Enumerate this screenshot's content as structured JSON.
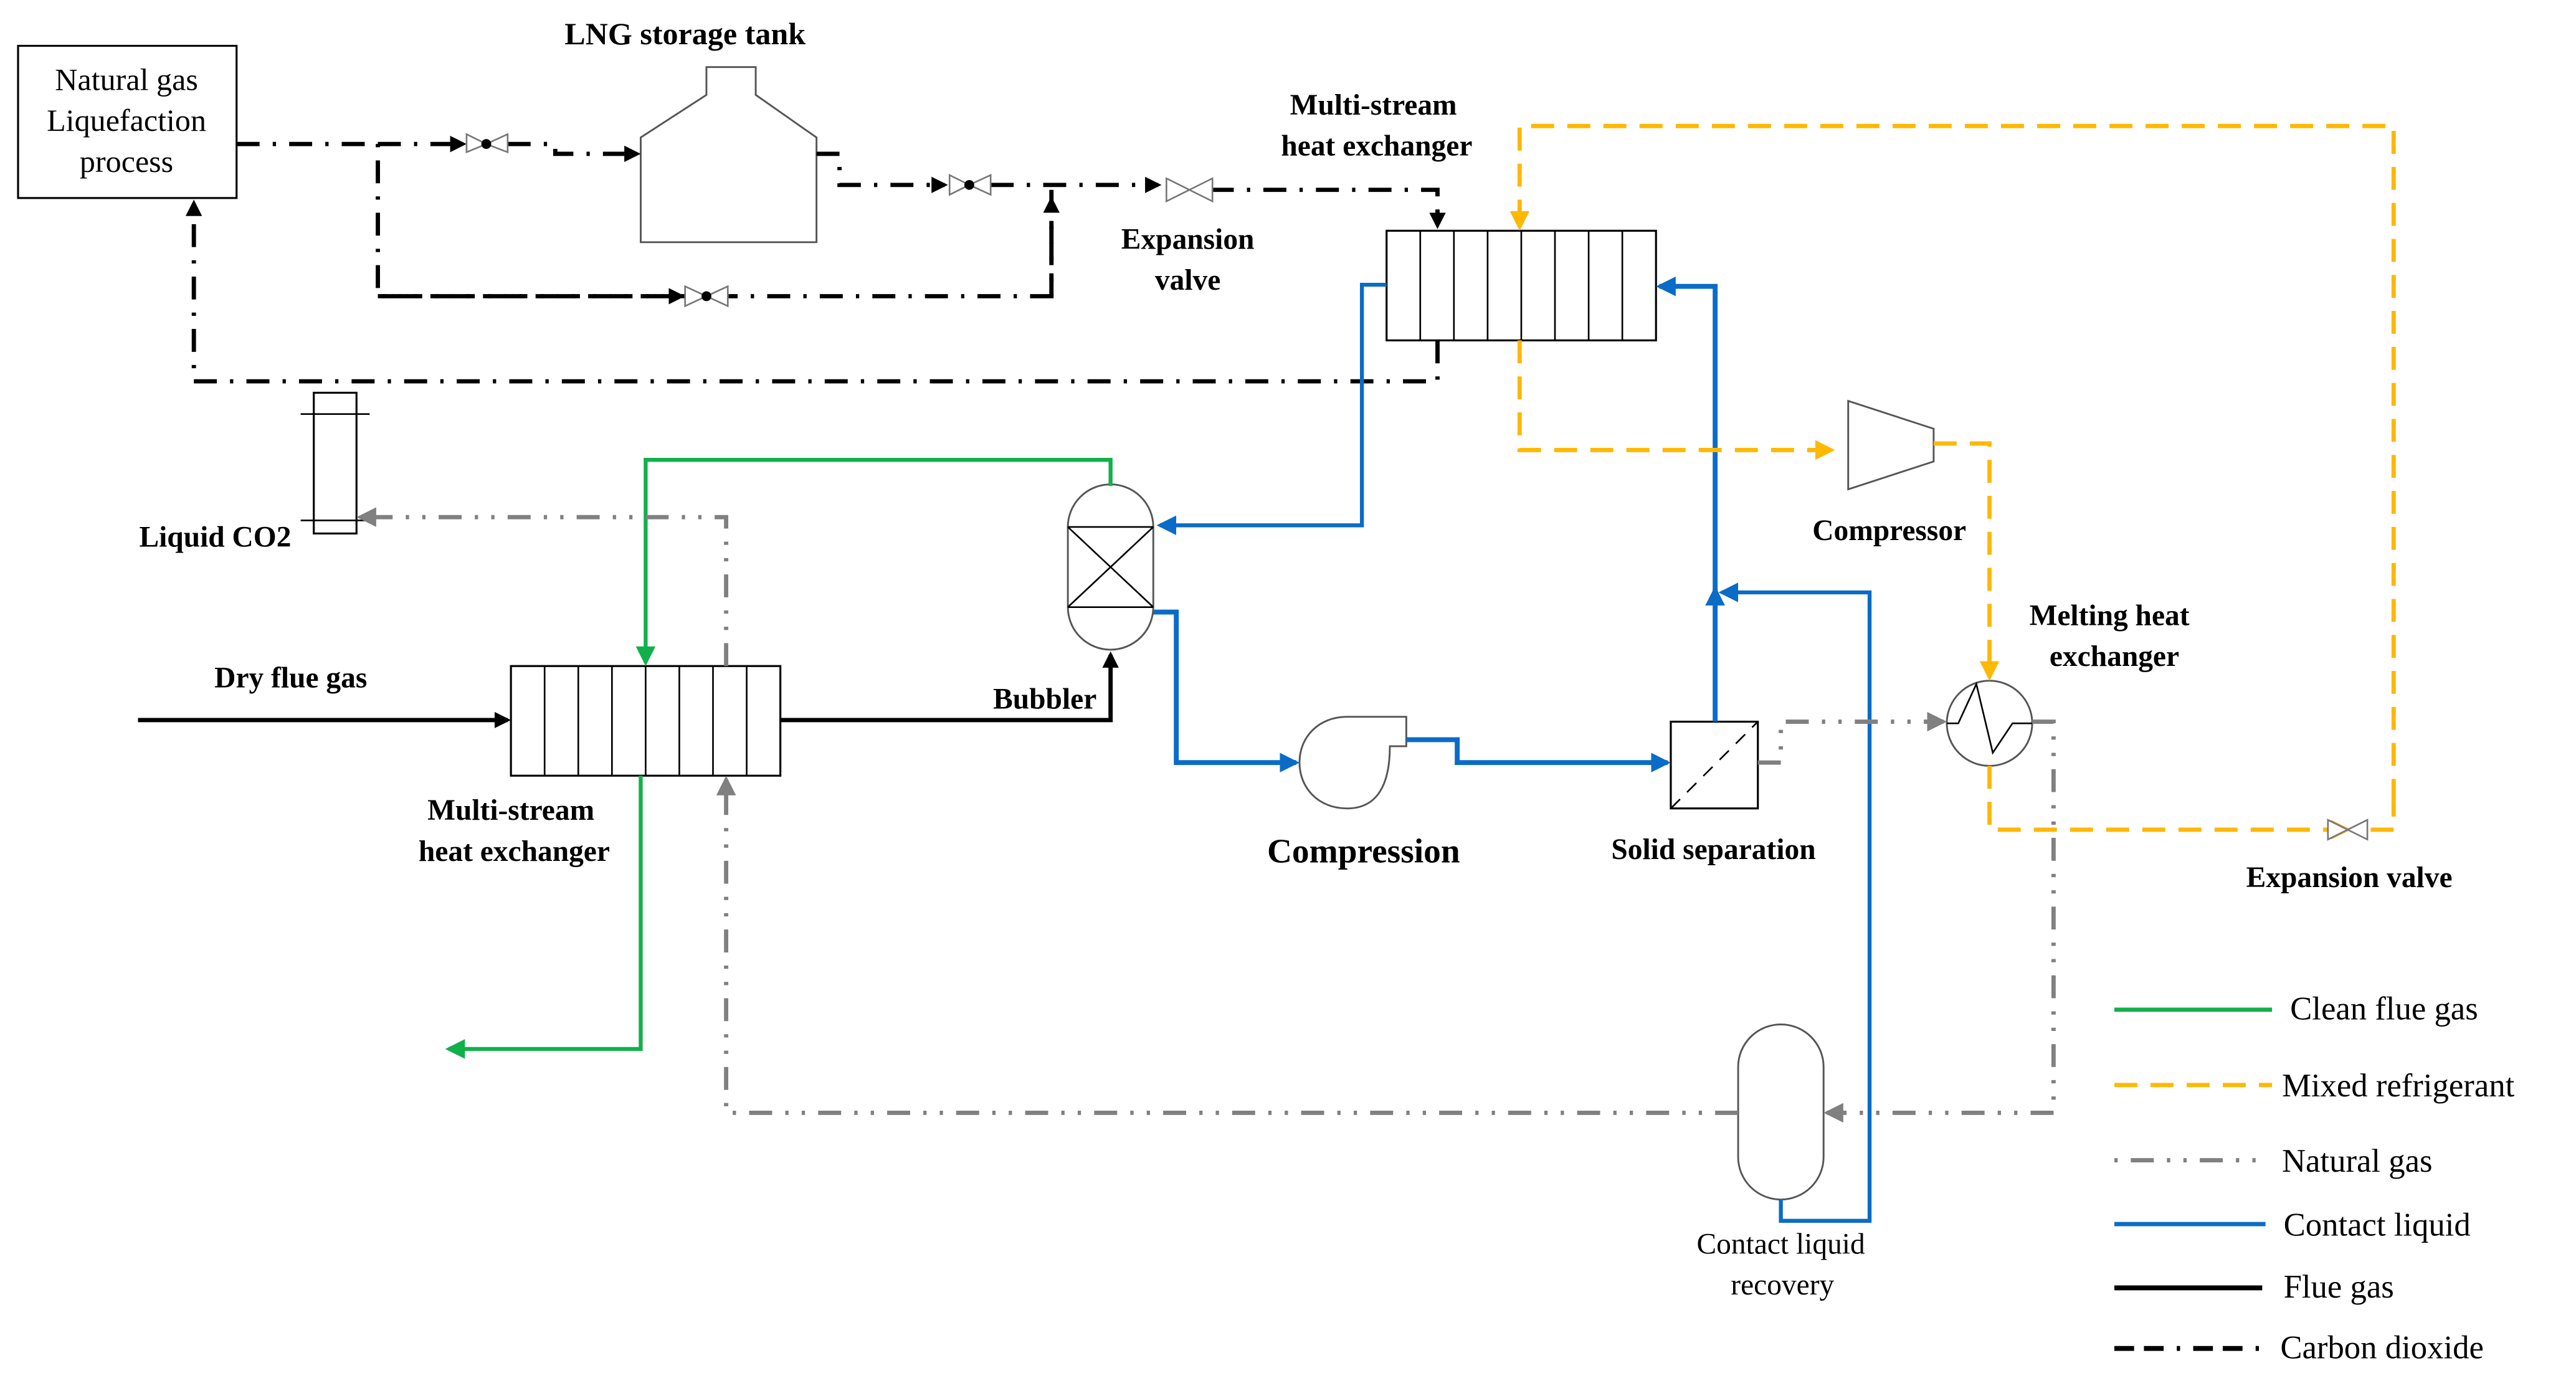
{
  "title": "CO2 capture process using LNG cold energy with contact liquid",
  "colors": {
    "clean_flue_gas": "#12b04a",
    "mixed_refrigerant": "#ffb800",
    "natural_gas": "#808080",
    "contact_liquid": "#0a6cc7",
    "flue_gas": "#000000",
    "carbon_dioxide": "#000000"
  },
  "labels": {
    "ng_liquefaction": [
      "Natural gas",
      "Liquefaction",
      "process"
    ],
    "lng_tank": "LNG storage tank",
    "msx_top": [
      "Multi-stream",
      "heat exchanger"
    ],
    "expansion_valve_top": [
      "Expansion",
      "valve"
    ],
    "liquid_co2": "Liquid CO2",
    "dry_flue_gas": "Dry flue gas",
    "bubbler": "Bubbler",
    "msx_bottom": [
      "Multi-stream",
      "heat exchanger"
    ],
    "compression": "Compression",
    "solid_separation": "Solid separation",
    "compressor": "Compressor",
    "melting_hx": [
      "Melting heat",
      "exchanger"
    ],
    "expansion_valve_right": "Expansion valve",
    "contact_liquid_recovery": [
      "Contact liquid",
      "recovery"
    ]
  },
  "legend": [
    {
      "label": "Clean flue gas",
      "style": "solid",
      "color": "#12b04a"
    },
    {
      "label": "Mixed refrigerant",
      "style": "dashed",
      "color": "#ffb800"
    },
    {
      "label": "Natural gas",
      "style": "dash-dot-dot",
      "color": "#808080"
    },
    {
      "label": "Contact liquid",
      "style": "solid",
      "color": "#0a6cc7"
    },
    {
      "label": "Flue gas",
      "style": "solid",
      "color": "#000000"
    },
    {
      "label": "Carbon dioxide",
      "style": "dash-dot",
      "color": "#000000"
    }
  ]
}
